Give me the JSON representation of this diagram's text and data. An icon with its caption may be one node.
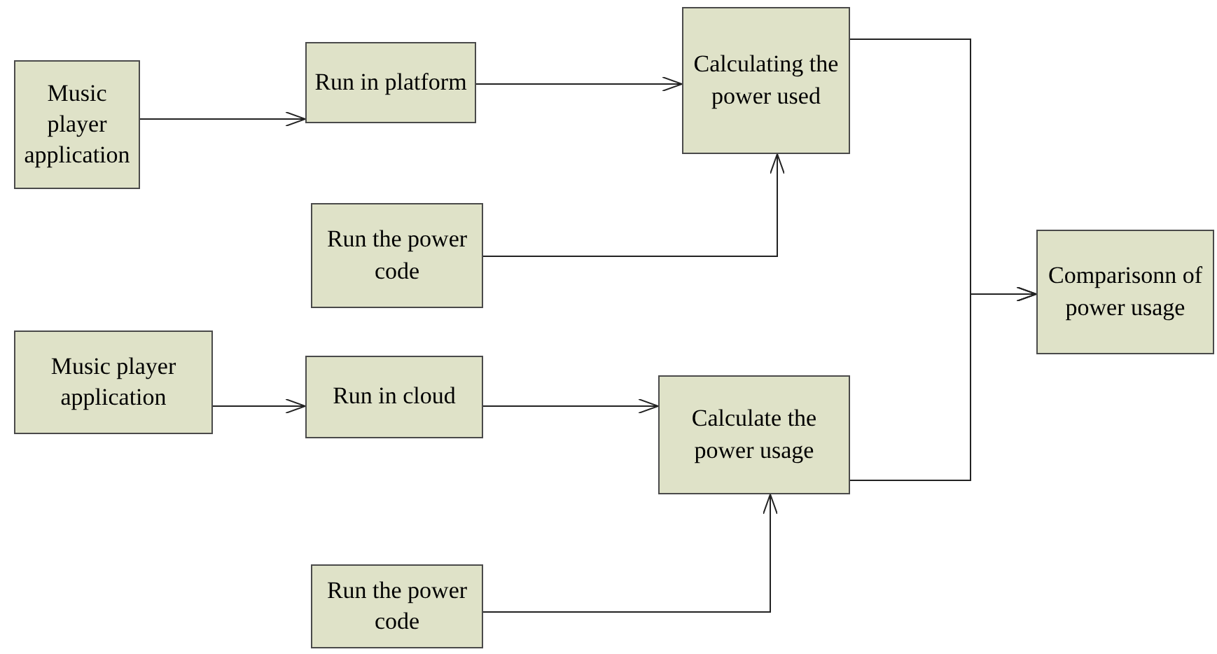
{
  "diagram": {
    "nodes": [
      {
        "text": [
          "Music player application"
        ]
      },
      {
        "text": [
          "Run in platform"
        ]
      },
      {
        "text": [
          "Calculating the power used"
        ]
      },
      {
        "text": [
          "Run the power code"
        ]
      },
      {
        "text": [
          "Music player application"
        ]
      },
      {
        "text": [
          "Run in cloud"
        ]
      },
      {
        "text": [
          "Calculate the power usage"
        ]
      },
      {
        "text": [
          "Run the power code"
        ]
      },
      {
        "text": [
          "Comparisonn of power usage"
        ]
      }
    ],
    "edges": [
      {
        "from": 0,
        "to": 1,
        "arrow": "to"
      },
      {
        "from": 1,
        "to": 2,
        "arrow": "to"
      },
      {
        "from": 3,
        "to": 2,
        "arrow": "to"
      },
      {
        "from": 4,
        "to": 5,
        "arrow": "to"
      },
      {
        "from": 5,
        "to": 6,
        "arrow": "to"
      },
      {
        "from": 7,
        "to": 6,
        "arrow": "to"
      },
      {
        "from": 2,
        "to": 8,
        "arrow": "to"
      },
      {
        "from": 6,
        "to": 8,
        "arrow": "to"
      }
    ]
  }
}
